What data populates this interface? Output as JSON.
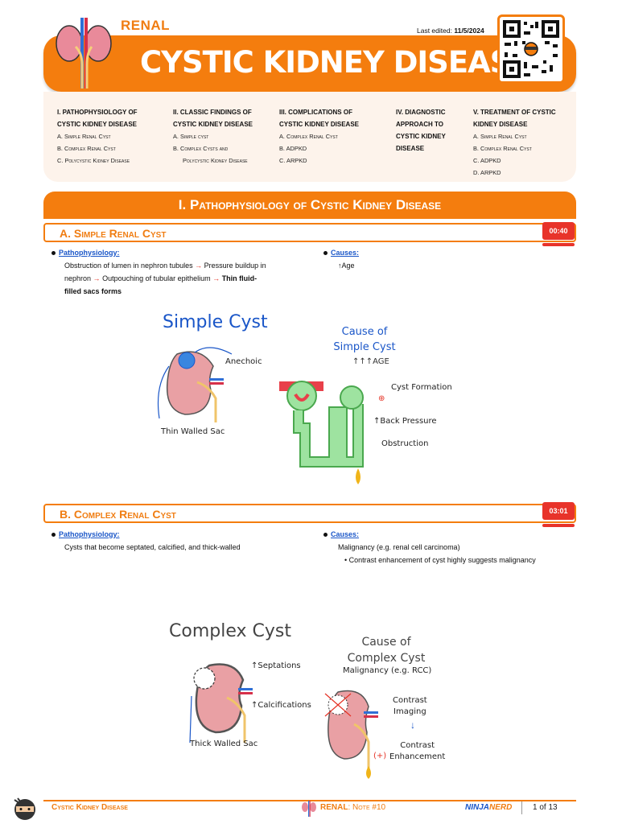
{
  "header": {
    "category": "RENAL",
    "title": "CYSTIC KIDNEY DISEASE",
    "last_edited_label": "Last edited:",
    "last_edited_date": "11/5/2024"
  },
  "toc": [
    {
      "heading": [
        "I. PATHOPHYSIOLOGY OF",
        "CYSTIC KIDNEY DISEASE"
      ],
      "items": [
        "A. Simple Renal Cyst",
        "B. Complex Renal Cyst",
        "C. Polycystic Kidney Disease"
      ]
    },
    {
      "heading": [
        "II. CLASSIC FINDINGS OF",
        "CYSTIC KIDNEY DISEASE"
      ],
      "items": [
        "A. Simple cyst",
        "B. Complex Cysts and",
        "Polycystic Kidney Disease"
      ]
    },
    {
      "heading": [
        "III. COMPLICATIONS OF",
        "CYSTIC KIDNEY DISEASE"
      ],
      "items": [
        "A. Complex Renal Cyst",
        "B. ADPKD",
        "C. ARPKD"
      ]
    },
    {
      "heading": [
        "IV. DIAGNOSTIC",
        "APPROACH TO",
        "CYSTIC KIDNEY",
        "DISEASE"
      ],
      "items": []
    },
    {
      "heading": [
        "V. TREATMENT OF CYSTIC",
        "KIDNEY DISEASE"
      ],
      "items": [
        "A. Simple Renal Cyst",
        "B. Complex Renal Cyst",
        "C. ADPKD",
        "D. ARPKD"
      ]
    }
  ],
  "section1": {
    "title": "I. Pathophysiology of Cystic Kidney Disease"
  },
  "simple": {
    "title": "A. Simple Renal Cyst",
    "timer": "00:40",
    "patho_label": "Pathophysiology:",
    "patho_line1a": "Obstruction of lumen in nephron tubules",
    "patho_line1b": "Pressure buildup in",
    "patho_line2a": "nephron",
    "patho_line2b": "Outpouching of tubular epithelium",
    "patho_line2c": "Thin fluid-",
    "patho_line3": "filled sacs forms",
    "causes_label": "Causes:",
    "causes_text": "↑Age",
    "fig_title": "Simple Cyst",
    "fig_anechoic": "Anechoic",
    "fig_thin": "Thin Walled Sac",
    "cause_title1": "Cause of",
    "cause_title2": "Simple Cyst",
    "cause_age": "↑↑↑AGE",
    "cyst_formation": "Cyst Formation",
    "back_pressure": "↑Back Pressure",
    "obstruction": "Obstruction"
  },
  "complex": {
    "title": "B. Complex Renal Cyst",
    "timer": "03:01",
    "patho_label": "Pathophysiology:",
    "patho_text": "Cysts that become septated, calcified, and thick-walled",
    "causes_label": "Causes:",
    "causes_text": "Malignancy (e.g. renal cell carcinoma)",
    "causes_sub": "Contrast enhancement of cyst highly suggests malignancy",
    "fig_title": "Complex Cyst",
    "septations": "↑Septations",
    "calcifications": "↑Calcifications",
    "thick": "Thick Walled Sac",
    "cause_title1": "Cause of",
    "cause_title2": "Complex Cyst",
    "malignancy": "Malignancy (e.g. RCC)",
    "contrast_imaging1": "Contrast",
    "contrast_imaging2": "Imaging",
    "contrast_enh1": "Contrast",
    "contrast_enh2": "Enhancement",
    "plus": "(+)"
  },
  "footer": {
    "left": "Cystic Kidney Disease",
    "center_a": "RENAL",
    "center_b": ": Note #10",
    "brand_a": "NINJA",
    "brand_b": "NERD",
    "page": "1 of 13"
  },
  "colors": {
    "accent": "#f47d0e",
    "red": "#e8332a",
    "blue": "#1a56c8"
  }
}
